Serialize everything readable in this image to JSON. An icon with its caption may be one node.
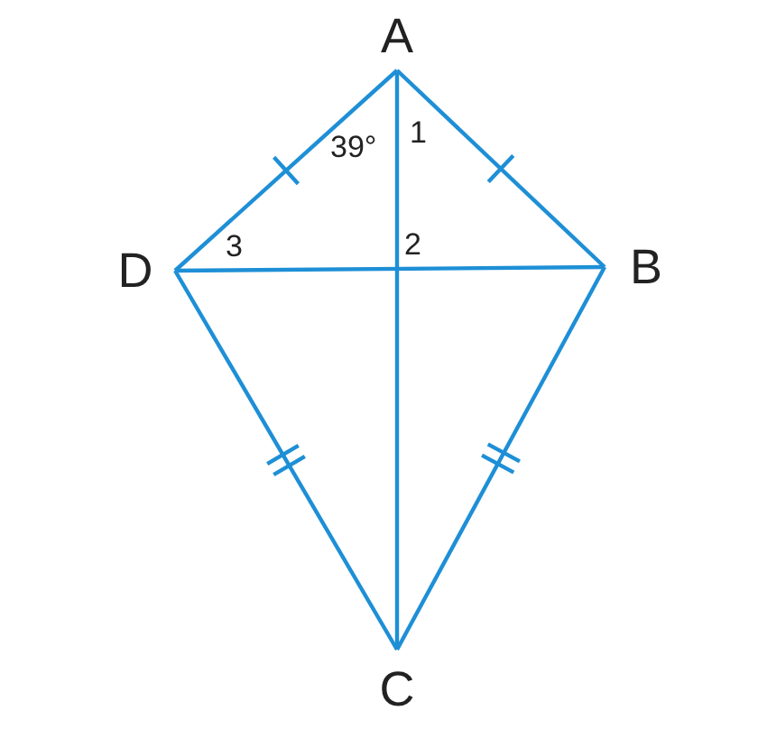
{
  "diagram": {
    "nodes": [
      {
        "text": [
          "A"
        ]
      },
      {
        "text": [
          "B"
        ]
      },
      {
        "text": [
          "C"
        ]
      },
      {
        "text": [
          "D"
        ]
      }
    ],
    "edges": [
      {
        "from": 0,
        "to": 1,
        "arrow": "none"
      },
      {
        "from": 1,
        "to": 2,
        "arrow": "none"
      },
      {
        "from": 2,
        "to": 3,
        "arrow": "none"
      },
      {
        "from": 3,
        "to": 0,
        "arrow": "none"
      },
      {
        "from": 0,
        "to": 2,
        "arrow": "none"
      },
      {
        "from": 3,
        "to": 1,
        "arrow": "none"
      }
    ],
    "labels": [
      "39°",
      "1",
      "2",
      "3"
    ]
  }
}
